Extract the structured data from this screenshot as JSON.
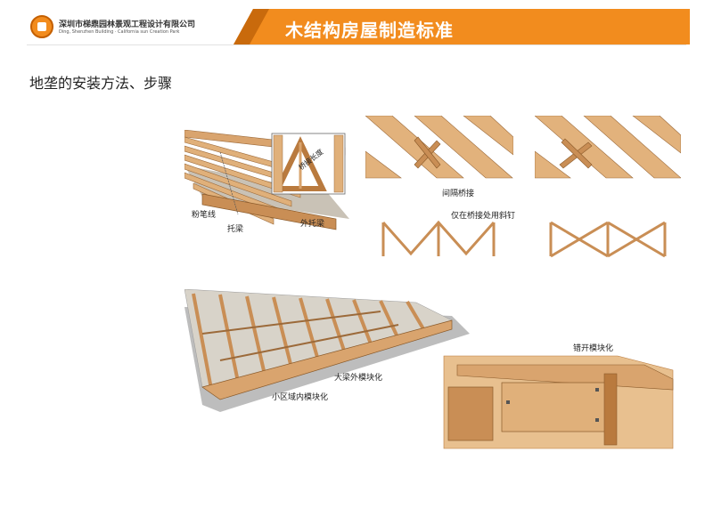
{
  "header": {
    "company_cn": "深圳市梯鼎园林景观工程设计有限公司",
    "company_en": "Ding, Shenzhen Building · California sun Creation Park",
    "title": "木结构房屋制造标准"
  },
  "section_title": "地垄的安装方法、步骤",
  "fig1": {
    "inset_label": "桥接长度",
    "chalk_line": "粉笔线",
    "beam": "托梁",
    "outer_beam": "外托梁"
  },
  "fig2": {
    "spaced_bridging": "间隔桥接",
    "nails_note": "仅在桥接处用斜钉"
  },
  "fig4": {
    "outer_module": "大梁外模块化",
    "inner_module": "小区域内模块化"
  },
  "fig5": {
    "staggered": "错开模块化"
  },
  "colors": {
    "accent": "#f28c1e",
    "wood": "#d9a46e",
    "wood_dark": "#b97a3e"
  }
}
